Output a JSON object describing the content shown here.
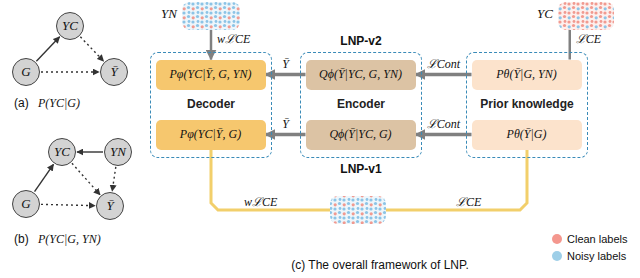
{
  "diagram": {
    "nodes": [
      {
        "text": [
          "YC"
        ]
      },
      {
        "text": [
          "G"
        ]
      },
      {
        "text": [
          "Ȳ"
        ]
      },
      {
        "text": [
          "YC"
        ]
      },
      {
        "text": [
          "YN"
        ]
      },
      {
        "text": [
          "G"
        ]
      },
      {
        "text": [
          "Ȳ"
        ]
      },
      {
        "text": [
          "YN"
        ]
      },
      {
        "text": [
          "Decoder"
        ]
      },
      {
        "text": [
          "Pφ(YC|Ȳ, G, YN)"
        ],
        "in": 8
      },
      {
        "text": [
          "Pφ(YC|Ȳ, G)"
        ],
        "in": 8
      },
      {
        "text": [
          "Encoder"
        ]
      },
      {
        "text": [
          "Qϕ(Ȳ|YC, G, YN)"
        ],
        "in": 11
      },
      {
        "text": [
          "Qϕ(Ȳ|YC, G)"
        ],
        "in": 11
      },
      {
        "text": [
          "Prior knowledge"
        ]
      },
      {
        "text": [
          "Pθ(Ȳ|G, YN)"
        ],
        "in": 14
      },
      {
        "text": [
          "Pθ(Ȳ|G)"
        ],
        "in": 14
      },
      {
        "text": [
          "YC"
        ]
      }
    ],
    "edges": [
      {
        "from": 1,
        "to": 0,
        "arrow": "to"
      },
      {
        "from": 0,
        "to": 2,
        "arrow": "to"
      },
      {
        "from": 1,
        "to": 2,
        "arrow": "to"
      },
      {
        "from": 5,
        "to": 3,
        "arrow": "to"
      },
      {
        "from": 4,
        "to": 3,
        "arrow": "to"
      },
      {
        "from": 3,
        "to": 6,
        "arrow": "to"
      },
      {
        "from": 4,
        "to": 6,
        "arrow": "to"
      },
      {
        "from": 5,
        "to": 6,
        "arrow": "to"
      },
      {
        "from": 12,
        "to": 9,
        "label": "Ȳ",
        "arrow": "to"
      },
      {
        "from": 15,
        "to": 12,
        "label": "ℒCont",
        "arrow": "to"
      },
      {
        "from": 13,
        "to": 10,
        "label": "Ȳ",
        "arrow": "to"
      },
      {
        "from": 16,
        "to": 13,
        "label": "ℒCont",
        "arrow": "to"
      },
      {
        "from": 7,
        "to": 9,
        "label": "wℒCE",
        "arrow": "to"
      },
      {
        "from": 17,
        "to": 15,
        "label": "ℒCE",
        "arrow": "none"
      }
    ],
    "labels": [
      "(a)",
      "P(YC|G)",
      "(b)",
      "P(YC|G, YN)",
      "LNP-v2",
      "LNP-v1",
      "wℒCE",
      "ℒCE",
      "(c) The overall framework of LNP."
    ],
    "legend": [
      {
        "text": "Clean labels",
        "color": "#f4978e"
      },
      {
        "text": "Noisy labels",
        "color": "#9ecfe8"
      }
    ]
  }
}
